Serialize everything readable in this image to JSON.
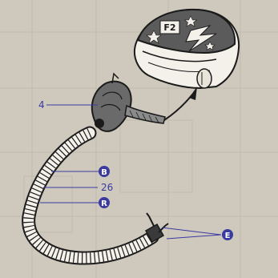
{
  "callouts": {
    "mask": "4",
    "hose_b": "B",
    "hose_26": "26",
    "hose_r": "R",
    "connector_e": "E"
  },
  "helmet": {
    "visor_marking": "F2"
  },
  "colors": {
    "background": "#cfc9bd",
    "callout_blue": "#3a3aa0",
    "ink": "#1b1b1b",
    "helmet_shell": "#5b5b5b",
    "hose_white": "#f4f1ea"
  }
}
